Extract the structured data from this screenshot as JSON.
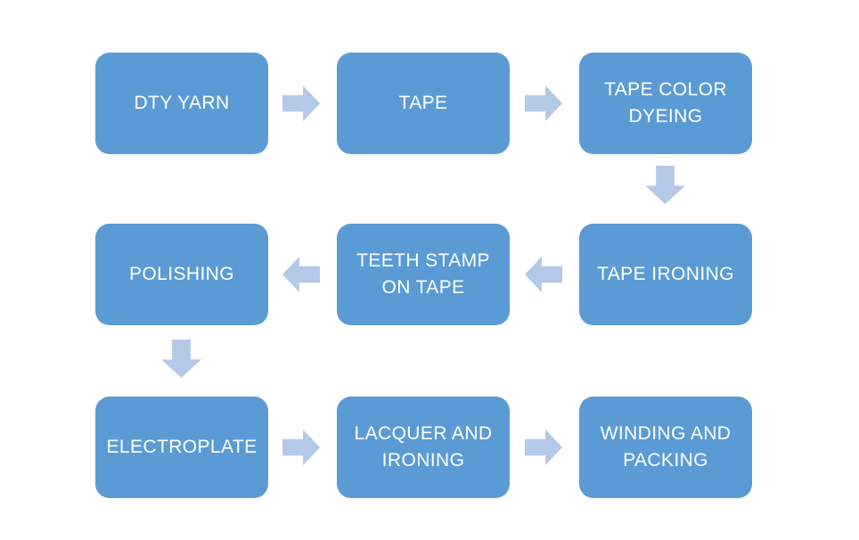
{
  "colors": {
    "box_fill": "#5B9BD5",
    "arrow_fill": "#B4C9E7",
    "box_text": "#FFFFFF",
    "background": "#FFFFFF"
  },
  "nodes": [
    {
      "id": "dty-yarn",
      "label": "DTY YARN"
    },
    {
      "id": "tape",
      "label": "TAPE"
    },
    {
      "id": "tape-color-dyeing",
      "label": "TAPE COLOR DYEING"
    },
    {
      "id": "tape-ironing",
      "label": "TAPE IRONING"
    },
    {
      "id": "teeth-stamp-on-tape",
      "label": "TEETH STAMP ON TAPE"
    },
    {
      "id": "polishing",
      "label": "POLISHING"
    },
    {
      "id": "electroplate",
      "label": "ELECTROPLATE"
    },
    {
      "id": "lacquer-and-ironing",
      "label": "LACQUER AND IRONING"
    },
    {
      "id": "winding-and-packing",
      "label": "WINDING AND PACKING"
    }
  ],
  "connections": [
    {
      "from": "dty-yarn",
      "to": "tape",
      "direction": "right"
    },
    {
      "from": "tape",
      "to": "tape-color-dyeing",
      "direction": "right"
    },
    {
      "from": "tape-color-dyeing",
      "to": "tape-ironing",
      "direction": "down"
    },
    {
      "from": "tape-ironing",
      "to": "teeth-stamp-on-tape",
      "direction": "left"
    },
    {
      "from": "teeth-stamp-on-tape",
      "to": "polishing",
      "direction": "left"
    },
    {
      "from": "polishing",
      "to": "electroplate",
      "direction": "down"
    },
    {
      "from": "electroplate",
      "to": "lacquer-and-ironing",
      "direction": "right"
    },
    {
      "from": "lacquer-and-ironing",
      "to": "winding-and-packing",
      "direction": "right"
    }
  ]
}
